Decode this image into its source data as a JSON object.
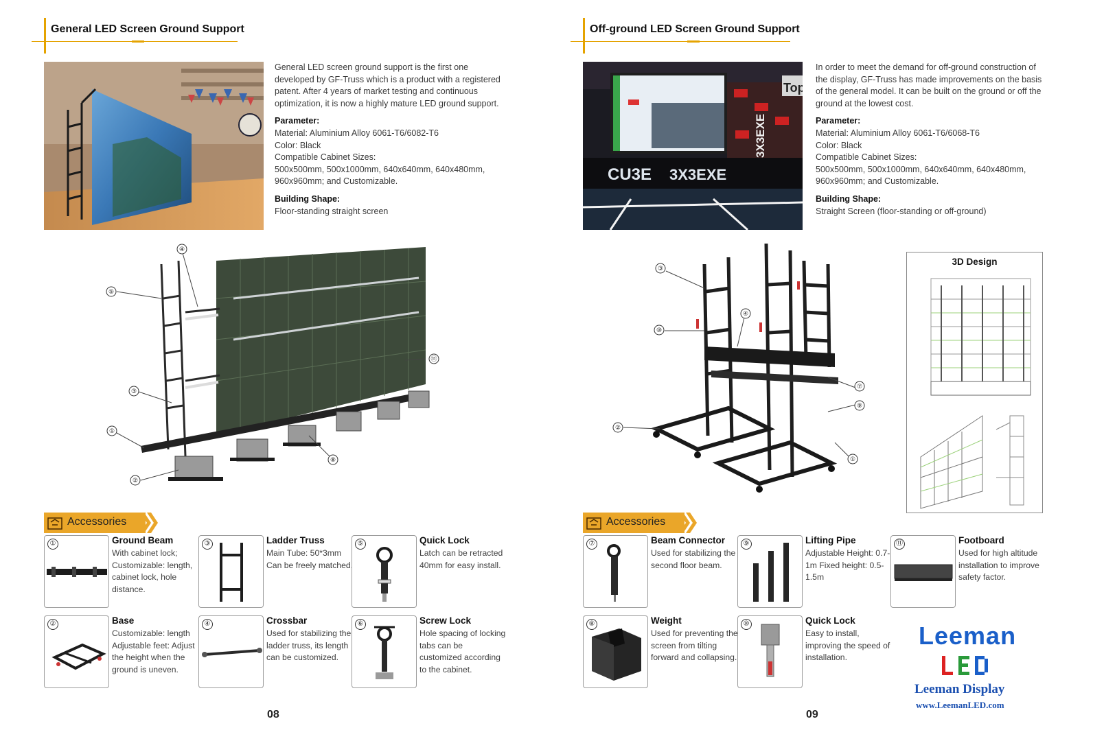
{
  "left_page": {
    "section_title": "General LED Screen Ground Support",
    "description": "General LED screen ground support is the first one developed by GF-Truss which is a product with a registered patent. After 4 years of market testing and continuous optimization, it is now a highly mature LED ground support.",
    "parameter_label": "Parameter:",
    "material": "Material: Aluminium Alloy 6061-T6/6082-T6",
    "color": "Color: Black",
    "cabinet_label": "Compatible Cabinet Sizes:",
    "cabinet_sizes": "500x500mm, 500x1000mm, 640x640mm, 640x480mm, 960x960mm; and Customizable.",
    "shape_label": "Building Shape:",
    "shape": "Floor-standing straight screen",
    "callouts": [
      "④",
      "⑤",
      "⑪",
      "③",
      "①",
      "⑧",
      "②"
    ],
    "accessories_label": "Accessories",
    "accessories": [
      {
        "num": "①",
        "title": "Ground Beam",
        "body": "With cabinet lock; Customizable: length, cabinet lock, hole distance."
      },
      {
        "num": "③",
        "title": "Ladder Truss",
        "body": "Main Tube: 50*3mm Can be freely matched."
      },
      {
        "num": "⑤",
        "title": "Quick Lock",
        "body": "Latch can be retracted 40mm for easy install."
      },
      {
        "num": "②",
        "title": "Base",
        "body": "Customizable: length Adjustable feet: Adjust the height when the ground is uneven."
      },
      {
        "num": "④",
        "title": "Crossbar",
        "body": "Used for stabilizing the ladder truss, its length can be customized."
      },
      {
        "num": "⑥",
        "title": "Screw Lock",
        "body": "Hole spacing of locking tabs can be customized according to the cabinet."
      }
    ],
    "page_number": "08"
  },
  "right_page": {
    "section_title": "Off-ground LED Screen Ground Support",
    "description": "In order to meet the demand for off-ground construction of the display, GF-Truss has made improvements on the basis of the general model. It can be built on the ground or off the ground at the lowest cost.",
    "parameter_label": "Parameter:",
    "material": "Material: Aluminium Alloy 6061-T6/6068-T6",
    "color": "Color: Black",
    "cabinet_label": "Compatible Cabinet Sizes:",
    "cabinet_sizes": "500x500mm, 500x1000mm, 640x640mm, 640x480mm, 960x960mm; and Customizable.",
    "shape_label": "Building Shape:",
    "shape": "Straight Screen (floor-standing or off-ground)",
    "photo_texts": {
      "brand1": "CU3E",
      "brand2": "3X3EXE",
      "vertical": "3X3EXE",
      "sign": "Top"
    },
    "callouts": [
      "③",
      "④",
      "⑩",
      "⑦",
      "⑨",
      "②",
      "①"
    ],
    "design_title": "3D Design",
    "accessories_label": "Accessories",
    "accessories": [
      {
        "num": "⑦",
        "title": "Beam Connector",
        "body": "Used for stabilizing the second floor beam."
      },
      {
        "num": "⑨",
        "title": "Lifting Pipe",
        "body": "Adjustable Height: 0.7-1m Fixed height: 0.5-1.5m"
      },
      {
        "num": "⑪",
        "title": "Footboard",
        "body": "Used for high altitude installation to improve safety factor."
      },
      {
        "num": "⑧",
        "title": "Weight",
        "body": "Used for preventing the screen from tilting forward and collapsing."
      },
      {
        "num": "⑩",
        "title": "Quick Lock",
        "body": "Easy to install, improving the speed of installation."
      }
    ],
    "logo": {
      "brand": "Leeman",
      "name": "Leeman Display",
      "url": "www.LeemanLED.com"
    },
    "page_number": "09"
  },
  "colors": {
    "accent": "#e5a300",
    "banner": "#eaa629",
    "logo_blue": "#1a5fc9"
  }
}
